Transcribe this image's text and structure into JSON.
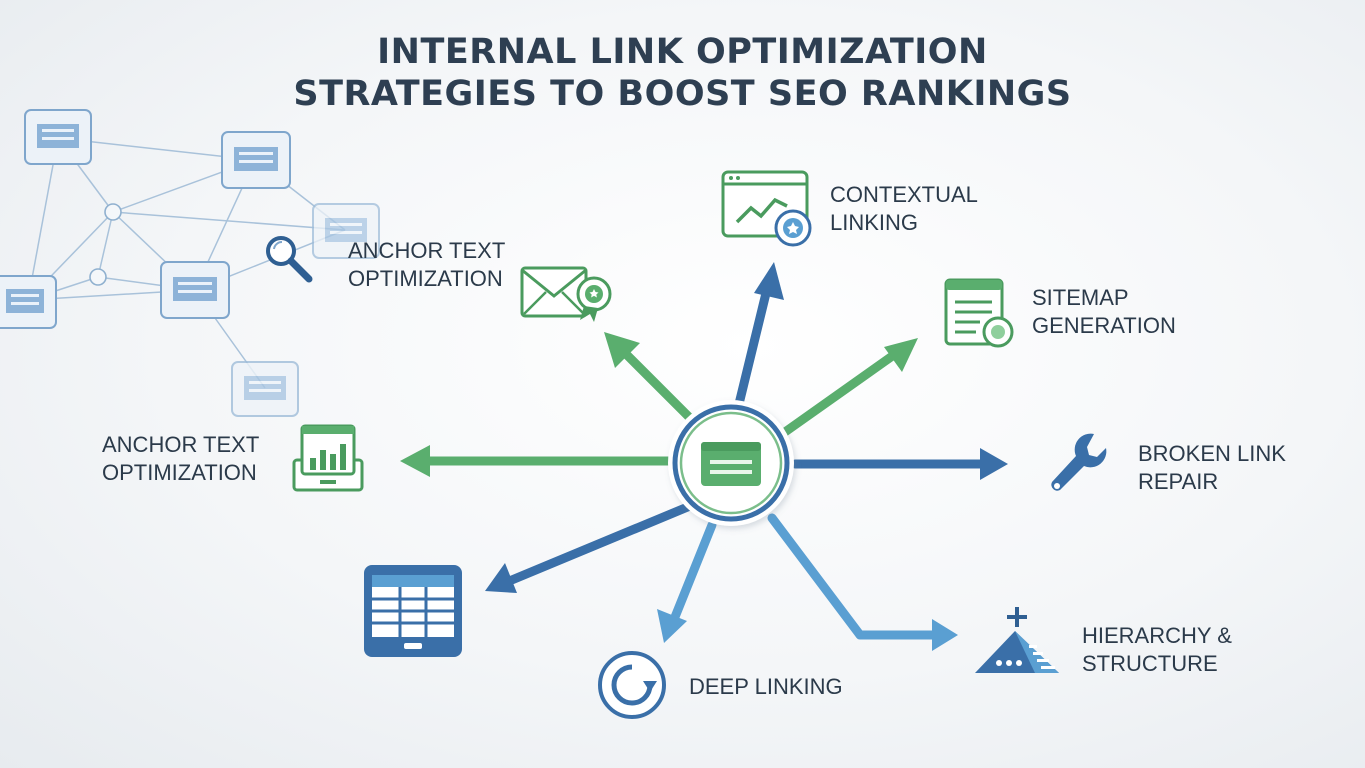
{
  "title": {
    "line1": "INTERNAL LINK OPTIMIZATION",
    "line2": "STRATEGIES TO BOOST SEO RANKINGS"
  },
  "labels": {
    "contextual": [
      "CONTEXTUAL",
      "LINKING"
    ],
    "anchor_top": [
      "ANCHOR TEXT",
      "OPTIMIZATION"
    ],
    "sitemap": [
      "SITEMAP",
      "GENERATION"
    ],
    "anchor_left": [
      "ANCHOR TEXT",
      "OPTIMIZATION"
    ],
    "broken": [
      "BROKEN LINK",
      "REPAIR"
    ],
    "hierarchy": [
      "HIERARCHY &",
      "STRUCTURE"
    ],
    "deep": [
      "DEEP LINKING"
    ]
  },
  "colors": {
    "green": "#5aae6e",
    "blue_dark": "#3a6fa8",
    "blue_light": "#5a9fd2",
    "network": "#9dbcd8"
  },
  "icons": {
    "center": "web-page-icon",
    "contextual": "analytics-chart-icon",
    "anchor_top": "envelope-badge-icon",
    "sitemap": "document-search-icon",
    "anchor_left": "bar-chart-tablet-icon",
    "broken": "wrench-icon",
    "hierarchy": "pyramid-icon",
    "deep": "refresh-circle-icon",
    "table": "table-monitor-icon",
    "search": "magnifier-icon"
  }
}
